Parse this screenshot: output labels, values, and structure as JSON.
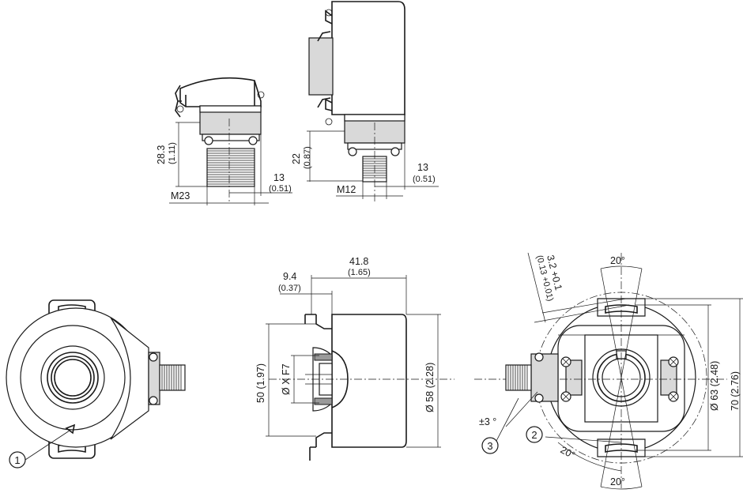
{
  "top_left_view": {
    "height_mm": "28.3",
    "height_in": "(1.11)",
    "thread": "M23",
    "offset_mm": "13",
    "offset_in": "(0.51)"
  },
  "top_right_view": {
    "height_mm": "22",
    "height_in": "(0.87)",
    "thread": "M12",
    "offset_mm": "13",
    "offset_in": "(0.51)"
  },
  "side_view": {
    "depth_mm": "41.8",
    "depth_in": "(1.65)",
    "flange_mm": "9.4",
    "flange_in": "(0.37)",
    "shaft_height_mm": "50 (1.97)",
    "bore": "Ø X F7",
    "body_dia": "Ø 58 (2.28)"
  },
  "front_view": {
    "slot_angle_top": "20°",
    "slot_angle_bottom": "20°",
    "slot_angle_side": "20°",
    "slot_width_mm": "3.2 +0.1",
    "slot_width_in": "(0.13 +0.01)",
    "hole_circle": "Ø 63 (2.48)",
    "overall_height": "70 (2.76)",
    "tolerance": "±3 °"
  },
  "callouts": [
    "1",
    "2",
    "3"
  ]
}
